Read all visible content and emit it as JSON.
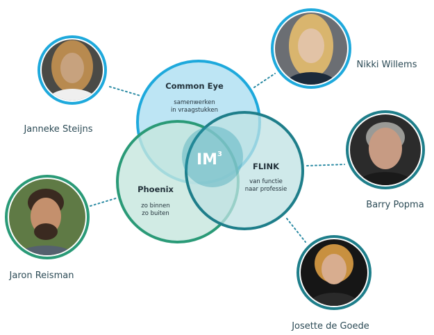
{
  "hub": {
    "label": "IM",
    "superscript": "3"
  },
  "circles": [
    {
      "id": "common-eye",
      "title": "Common Eye",
      "subtitle": [
        "samenwerken",
        "in vraagstukken"
      ],
      "fill": "#b9e4f3",
      "stroke": "#1ea9dc"
    },
    {
      "id": "flink",
      "title": "FLINK",
      "subtitle": [
        "van functie",
        "naar professie"
      ],
      "fill": "#bfe1e3",
      "stroke": "#1e7e8a"
    },
    {
      "id": "phoenix",
      "title": "Phoenix",
      "subtitle": [
        "zo binnen",
        "zo buiten"
      ],
      "fill": "#c6e6dd",
      "stroke": "#2a9a77"
    }
  ],
  "people": [
    {
      "name": "Janneke Steijns",
      "ring": "#1ea9dc",
      "photo_tone": "#c7a27e",
      "hair": "#b88a4f",
      "bg": "#4a4a46"
    },
    {
      "name": "Nikki Willems",
      "ring": "#1ea9dc",
      "photo_tone": "#e2c3a6",
      "hair": "#d9b56e",
      "bg": "#6b6e73"
    },
    {
      "name": "Barry Popma",
      "ring": "#1e7e8a",
      "photo_tone": "#c79b83",
      "hair": "#9a9a96",
      "bg": "#2b2b2b"
    },
    {
      "name": "Josette de Goede",
      "ring": "#1e7e8a",
      "photo_tone": "#d8ad8f",
      "hair": "#c8903f",
      "bg": "#161616"
    },
    {
      "name": "Jaron Reisman",
      "ring": "#2a9a77",
      "photo_tone": "#c4906d",
      "hair": "#3a2a20",
      "bg": "#5f7a45"
    }
  ]
}
